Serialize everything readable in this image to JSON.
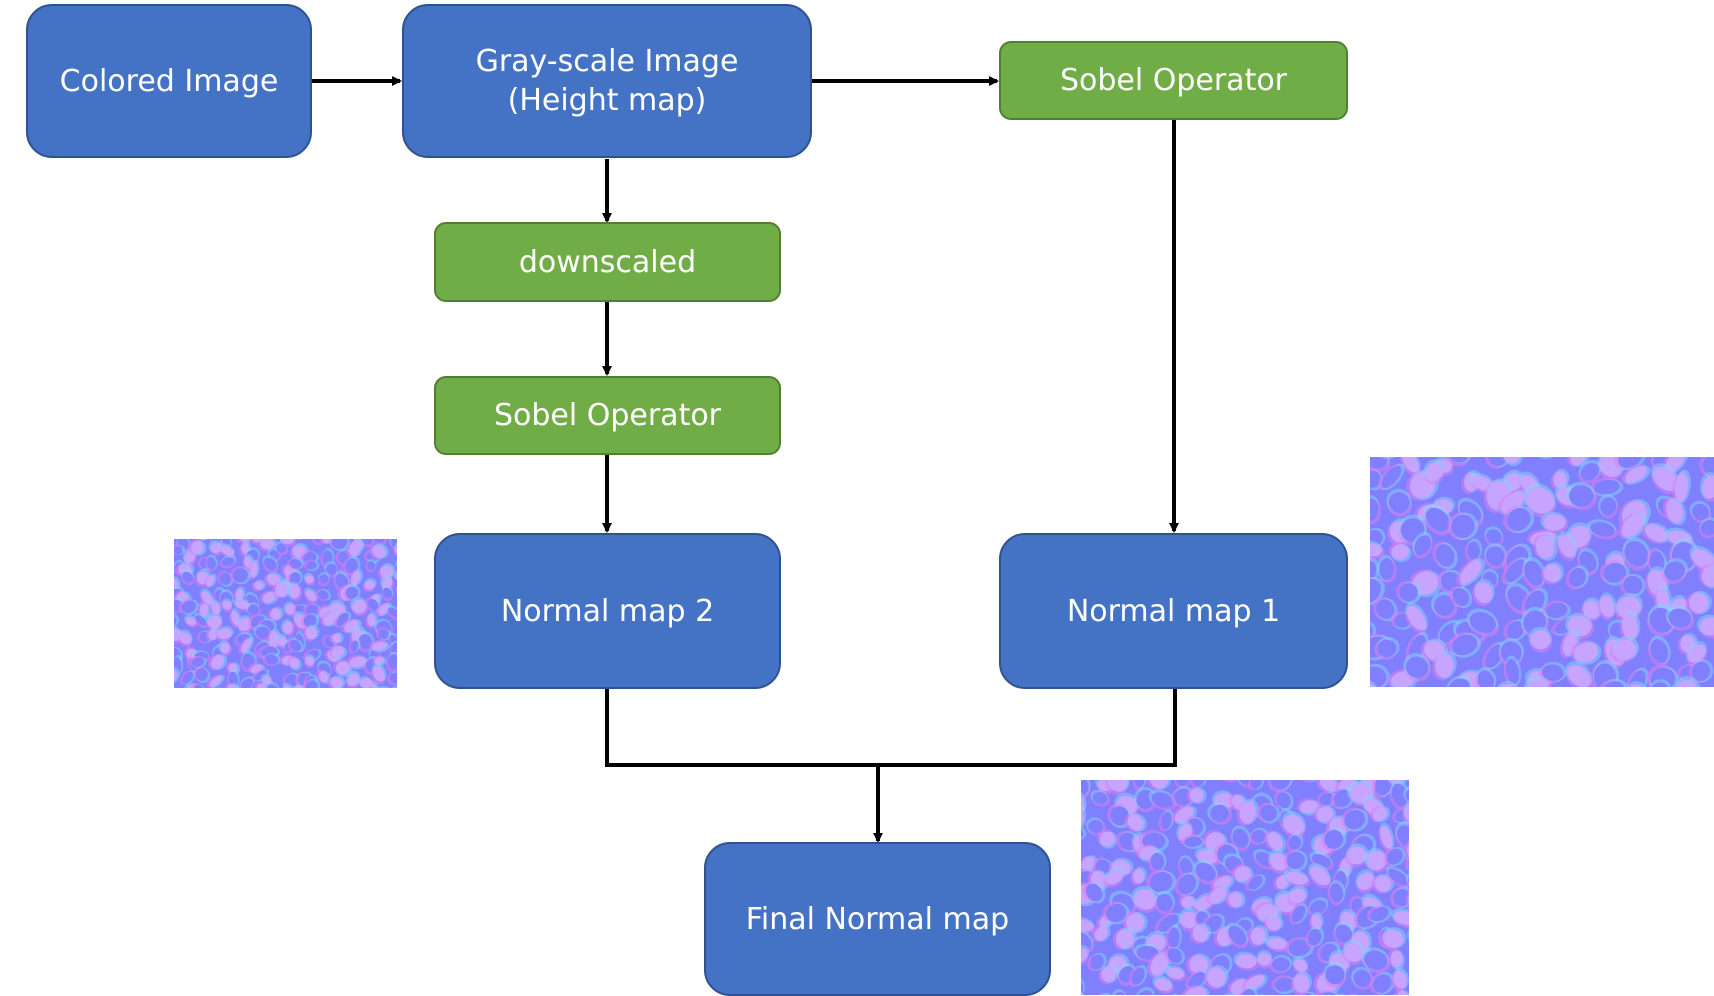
{
  "nodes": {
    "colored_image": {
      "label": "Colored Image"
    },
    "grayscale_image": {
      "label": "Gray-scale Image\n(Height map)"
    },
    "sobel_operator_top": {
      "label": "Sobel Operator"
    },
    "downscaled": {
      "label": "downscaled"
    },
    "sobel_operator_mid": {
      "label": "Sobel Operator"
    },
    "normal_map_2": {
      "label": "Normal map 2"
    },
    "normal_map_1": {
      "label": "Normal map 1"
    },
    "final_normal_map": {
      "label": "Final Normal map"
    }
  },
  "colors": {
    "process_blue": "#4472c4",
    "process_blue_border": "#2f528f",
    "operator_green": "#70ad47",
    "operator_green_border": "#507e32",
    "arrow": "#000000",
    "texture_base": "#8080ff",
    "texture_highlight": "#c6a4ff",
    "texture_edge_pink": "#e07cf0",
    "texture_edge_cyan": "#7fd8ff"
  },
  "textures": [
    {
      "name": "normal-map-2-texture",
      "pattern": "small pebbles"
    },
    {
      "name": "normal-map-1-texture",
      "pattern": "large pebbles"
    },
    {
      "name": "final-normal-map-texture",
      "pattern": "combined pebbles"
    }
  ]
}
